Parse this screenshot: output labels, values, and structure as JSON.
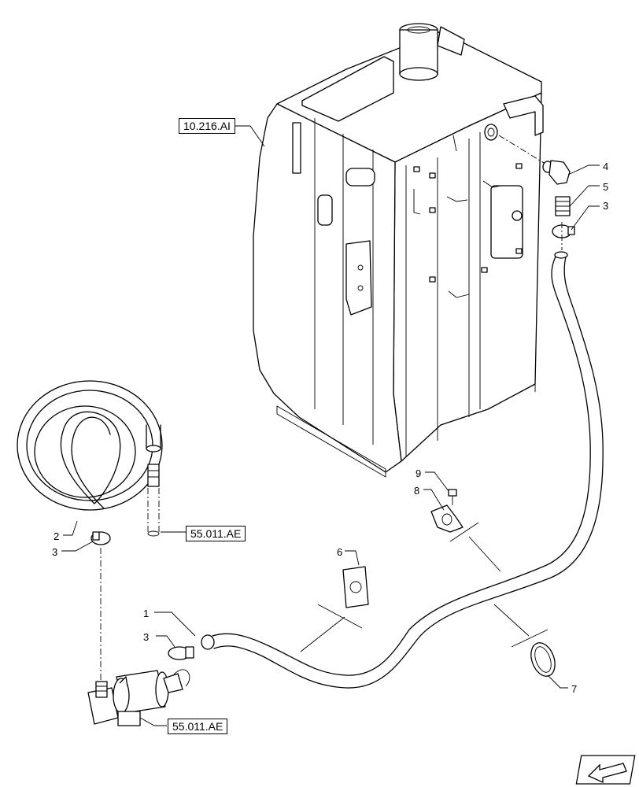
{
  "refs": {
    "tank_ref": "10.216.AI",
    "hose_ref": "55.011.AE",
    "pump_ref": "55.011.AE"
  },
  "callouts": {
    "c1": "1",
    "c2": "2",
    "c3a": "3",
    "c3b": "3",
    "c3c": "3",
    "c4": "4",
    "c5": "5",
    "c6": "6",
    "c7": "7",
    "c8": "8",
    "c9": "9"
  },
  "icons": {
    "direction": "arrow-left-icon"
  }
}
